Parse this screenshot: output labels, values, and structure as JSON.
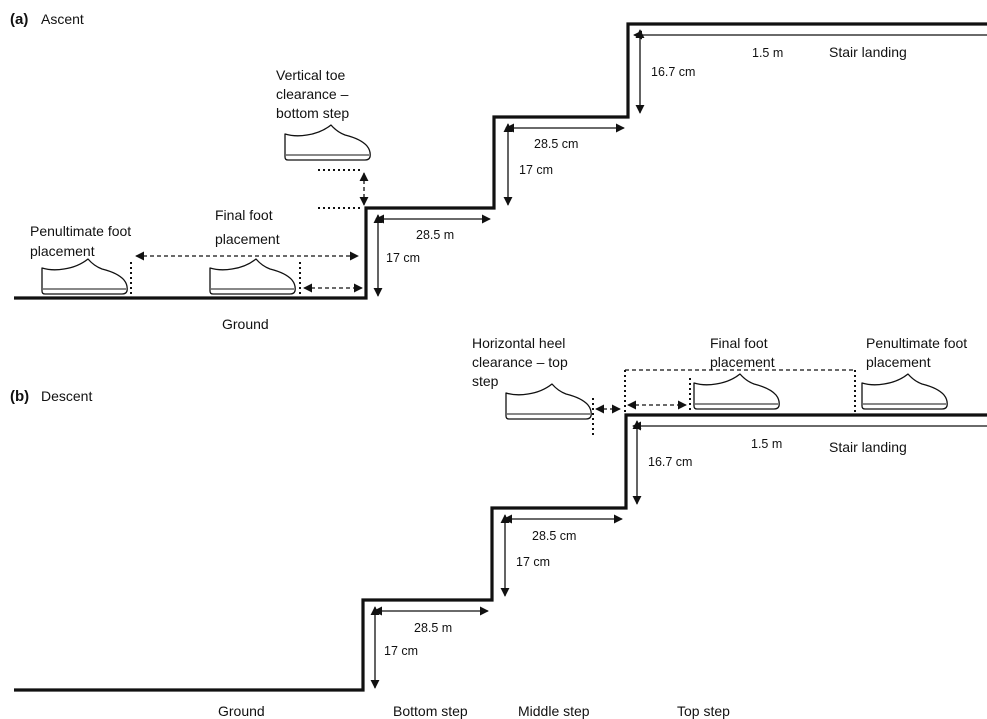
{
  "panels": {
    "a": {
      "letter": "(a)",
      "title": "Ascent",
      "labels": {
        "vertical_toe_clearance": [
          "Vertical toe",
          "clearance –",
          "bottom step"
        ],
        "penultimate_foot": [
          "Penultimate  foot",
          "placement"
        ],
        "final_foot": [
          "Final foot",
          "placement"
        ],
        "ground": "Ground",
        "landing_length": "1.5 m",
        "stair_landing": "Stair landing",
        "riser_top": "16.7 cm",
        "tread_middle": "28.5 cm",
        "riser_middle": "17 cm",
        "tread_bottom": "28.5 m",
        "riser_bottom": "17 cm"
      }
    },
    "b": {
      "letter": "(b)",
      "title": "Descent",
      "labels": {
        "horizontal_heel_clearance": [
          "Horizontal heel",
          "clearance  – top",
          "step"
        ],
        "final_foot": [
          "Final foot",
          "placement"
        ],
        "penultimate_foot": [
          "Penultimate  foot",
          "placement"
        ],
        "landing_length": "1.5 m",
        "stair_landing": "Stair landing",
        "riser_top": "16.7 cm",
        "tread_middle": "28.5 cm",
        "riser_middle": "17 cm",
        "tread_bottom": "28.5 m",
        "riser_bottom": "17 cm",
        "ground": "Ground",
        "bottom_step": "Bottom step",
        "middle_step": "Middle step",
        "top_step": "Top step"
      }
    }
  }
}
